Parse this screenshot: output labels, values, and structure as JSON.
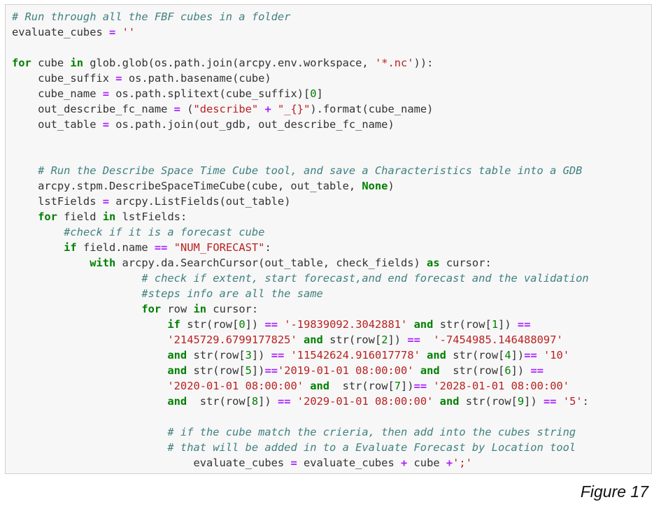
{
  "code_cell": {
    "lines": [
      [
        {
          "t": "com",
          "v": "# Run through all the FBF cubes in a folder"
        }
      ],
      [
        {
          "t": "txt",
          "v": "evaluate_cubes "
        },
        {
          "t": "op",
          "v": "="
        },
        {
          "t": "txt",
          "v": " "
        },
        {
          "t": "str",
          "v": "''"
        }
      ],
      [],
      [
        {
          "t": "kw",
          "v": "for"
        },
        {
          "t": "txt",
          "v": " cube "
        },
        {
          "t": "kw",
          "v": "in"
        },
        {
          "t": "txt",
          "v": " glob.glob(os.path.join(arcpy.env.workspace, "
        },
        {
          "t": "str",
          "v": "'*.nc'"
        },
        {
          "t": "txt",
          "v": ")):"
        }
      ],
      [
        {
          "t": "txt",
          "v": "    cube_suffix "
        },
        {
          "t": "op",
          "v": "="
        },
        {
          "t": "txt",
          "v": " os.path.basename(cube)"
        }
      ],
      [
        {
          "t": "txt",
          "v": "    cube_name "
        },
        {
          "t": "op",
          "v": "="
        },
        {
          "t": "txt",
          "v": " os.path.splitext(cube_suffix)["
        },
        {
          "t": "num",
          "v": "0"
        },
        {
          "t": "txt",
          "v": "]"
        }
      ],
      [
        {
          "t": "txt",
          "v": "    out_describe_fc_name "
        },
        {
          "t": "op",
          "v": "="
        },
        {
          "t": "txt",
          "v": " ("
        },
        {
          "t": "str",
          "v": "\"describe\""
        },
        {
          "t": "txt",
          "v": " "
        },
        {
          "t": "op",
          "v": "+"
        },
        {
          "t": "txt",
          "v": " "
        },
        {
          "t": "str",
          "v": "\"_{}\""
        },
        {
          "t": "txt",
          "v": ").format(cube_name)"
        }
      ],
      [
        {
          "t": "txt",
          "v": "    out_table "
        },
        {
          "t": "op",
          "v": "="
        },
        {
          "t": "txt",
          "v": " os.path.join(out_gdb, out_describe_fc_name)"
        }
      ],
      [],
      [],
      [
        {
          "t": "txt",
          "v": "    "
        },
        {
          "t": "com",
          "v": "# Run the Describe Space Time Cube tool, and save a Characteristics table into a GDB"
        }
      ],
      [
        {
          "t": "txt",
          "v": "    arcpy.stpm.DescribeSpaceTimeCube(cube, out_table, "
        },
        {
          "t": "kw",
          "v": "None"
        },
        {
          "t": "txt",
          "v": ")"
        }
      ],
      [
        {
          "t": "txt",
          "v": "    lstFields "
        },
        {
          "t": "op",
          "v": "="
        },
        {
          "t": "txt",
          "v": " arcpy.ListFields(out_table)"
        }
      ],
      [
        {
          "t": "txt",
          "v": "    "
        },
        {
          "t": "kw",
          "v": "for"
        },
        {
          "t": "txt",
          "v": " field "
        },
        {
          "t": "kw",
          "v": "in"
        },
        {
          "t": "txt",
          "v": " lstFields:"
        }
      ],
      [
        {
          "t": "txt",
          "v": "        "
        },
        {
          "t": "com",
          "v": "#check if it is a forecast cube"
        }
      ],
      [
        {
          "t": "txt",
          "v": "        "
        },
        {
          "t": "kw",
          "v": "if"
        },
        {
          "t": "txt",
          "v": " field.name "
        },
        {
          "t": "op",
          "v": "=="
        },
        {
          "t": "txt",
          "v": " "
        },
        {
          "t": "str",
          "v": "\"NUM_FORECAST\""
        },
        {
          "t": "txt",
          "v": ":"
        }
      ],
      [
        {
          "t": "txt",
          "v": "            "
        },
        {
          "t": "kw",
          "v": "with"
        },
        {
          "t": "txt",
          "v": " arcpy.da.SearchCursor(out_table, check_fields) "
        },
        {
          "t": "kw",
          "v": "as"
        },
        {
          "t": "txt",
          "v": " cursor:"
        }
      ],
      [
        {
          "t": "txt",
          "v": "                    "
        },
        {
          "t": "com",
          "v": "# check if extent, start forecast,and end forecast and the validation"
        }
      ],
      [
        {
          "t": "txt",
          "v": "                    "
        },
        {
          "t": "com",
          "v": "#steps info are all the same"
        }
      ],
      [
        {
          "t": "txt",
          "v": "                    "
        },
        {
          "t": "kw",
          "v": "for"
        },
        {
          "t": "txt",
          "v": " row "
        },
        {
          "t": "kw",
          "v": "in"
        },
        {
          "t": "txt",
          "v": " cursor:"
        }
      ],
      [
        {
          "t": "txt",
          "v": "                        "
        },
        {
          "t": "kw",
          "v": "if"
        },
        {
          "t": "txt",
          "v": " str(row["
        },
        {
          "t": "num",
          "v": "0"
        },
        {
          "t": "txt",
          "v": "]) "
        },
        {
          "t": "op",
          "v": "=="
        },
        {
          "t": "txt",
          "v": " "
        },
        {
          "t": "str",
          "v": "'-19839092.3042881'"
        },
        {
          "t": "txt",
          "v": " "
        },
        {
          "t": "kw",
          "v": "and"
        },
        {
          "t": "txt",
          "v": " str(row["
        },
        {
          "t": "num",
          "v": "1"
        },
        {
          "t": "txt",
          "v": "]) "
        },
        {
          "t": "op",
          "v": "=="
        }
      ],
      [
        {
          "t": "txt",
          "v": "                        "
        },
        {
          "t": "str",
          "v": "'2145729.6799177825'"
        },
        {
          "t": "txt",
          "v": " "
        },
        {
          "t": "kw",
          "v": "and"
        },
        {
          "t": "txt",
          "v": " str(row["
        },
        {
          "t": "num",
          "v": "2"
        },
        {
          "t": "txt",
          "v": "]) "
        },
        {
          "t": "op",
          "v": "=="
        },
        {
          "t": "txt",
          "v": "  "
        },
        {
          "t": "str",
          "v": "'-7454985.146488097'"
        }
      ],
      [
        {
          "t": "txt",
          "v": "                        "
        },
        {
          "t": "kw",
          "v": "and"
        },
        {
          "t": "txt",
          "v": " str(row["
        },
        {
          "t": "num",
          "v": "3"
        },
        {
          "t": "txt",
          "v": "]) "
        },
        {
          "t": "op",
          "v": "=="
        },
        {
          "t": "txt",
          "v": " "
        },
        {
          "t": "str",
          "v": "'11542624.916017778'"
        },
        {
          "t": "txt",
          "v": " "
        },
        {
          "t": "kw",
          "v": "and"
        },
        {
          "t": "txt",
          "v": " str(row["
        },
        {
          "t": "num",
          "v": "4"
        },
        {
          "t": "txt",
          "v": "])"
        },
        {
          "t": "op",
          "v": "=="
        },
        {
          "t": "txt",
          "v": " "
        },
        {
          "t": "str",
          "v": "'10'"
        }
      ],
      [
        {
          "t": "txt",
          "v": "                        "
        },
        {
          "t": "kw",
          "v": "and"
        },
        {
          "t": "txt",
          "v": " str(row["
        },
        {
          "t": "num",
          "v": "5"
        },
        {
          "t": "txt",
          "v": "])"
        },
        {
          "t": "op",
          "v": "=="
        },
        {
          "t": "str",
          "v": "'2019-01-01 08:00:00'"
        },
        {
          "t": "txt",
          "v": " "
        },
        {
          "t": "kw",
          "v": "and"
        },
        {
          "t": "txt",
          "v": "  str(row["
        },
        {
          "t": "num",
          "v": "6"
        },
        {
          "t": "txt",
          "v": "]) "
        },
        {
          "t": "op",
          "v": "=="
        }
      ],
      [
        {
          "t": "txt",
          "v": "                        "
        },
        {
          "t": "str",
          "v": "'2020-01-01 08:00:00'"
        },
        {
          "t": "txt",
          "v": " "
        },
        {
          "t": "kw",
          "v": "and"
        },
        {
          "t": "txt",
          "v": "  str(row["
        },
        {
          "t": "num",
          "v": "7"
        },
        {
          "t": "txt",
          "v": "])"
        },
        {
          "t": "op",
          "v": "=="
        },
        {
          "t": "txt",
          "v": " "
        },
        {
          "t": "str",
          "v": "'2028-01-01 08:00:00'"
        }
      ],
      [
        {
          "t": "txt",
          "v": "                        "
        },
        {
          "t": "kw",
          "v": "and"
        },
        {
          "t": "txt",
          "v": "  str(row["
        },
        {
          "t": "num",
          "v": "8"
        },
        {
          "t": "txt",
          "v": "]) "
        },
        {
          "t": "op",
          "v": "=="
        },
        {
          "t": "txt",
          "v": " "
        },
        {
          "t": "str",
          "v": "'2029-01-01 08:00:00'"
        },
        {
          "t": "txt",
          "v": " "
        },
        {
          "t": "kw",
          "v": "and"
        },
        {
          "t": "txt",
          "v": " str(row["
        },
        {
          "t": "num",
          "v": "9"
        },
        {
          "t": "txt",
          "v": "]) "
        },
        {
          "t": "op",
          "v": "=="
        },
        {
          "t": "txt",
          "v": " "
        },
        {
          "t": "str",
          "v": "'5'"
        },
        {
          "t": "txt",
          "v": ":"
        }
      ],
      [],
      [
        {
          "t": "txt",
          "v": "                        "
        },
        {
          "t": "com",
          "v": "# if the cube match the crieria, then add into the cubes string"
        }
      ],
      [
        {
          "t": "txt",
          "v": "                        "
        },
        {
          "t": "com",
          "v": "# that will be added in to a Evaluate Forecast by Location tool"
        }
      ],
      [
        {
          "t": "txt",
          "v": "                            evaluate_cubes "
        },
        {
          "t": "op",
          "v": "="
        },
        {
          "t": "txt",
          "v": " evaluate_cubes "
        },
        {
          "t": "op",
          "v": "+"
        },
        {
          "t": "txt",
          "v": " cube "
        },
        {
          "t": "op",
          "v": "+"
        },
        {
          "t": "str",
          "v": "';'"
        }
      ]
    ]
  },
  "caption": {
    "text": "Figure 17"
  },
  "colors": {
    "cell_background": "#f7f7f7",
    "cell_border": "#cfcfcf",
    "keyword": "#008000",
    "operator": "#aa22ff",
    "string": "#ba2121",
    "number": "#008000",
    "comment": "#408080",
    "text": "#333333"
  }
}
